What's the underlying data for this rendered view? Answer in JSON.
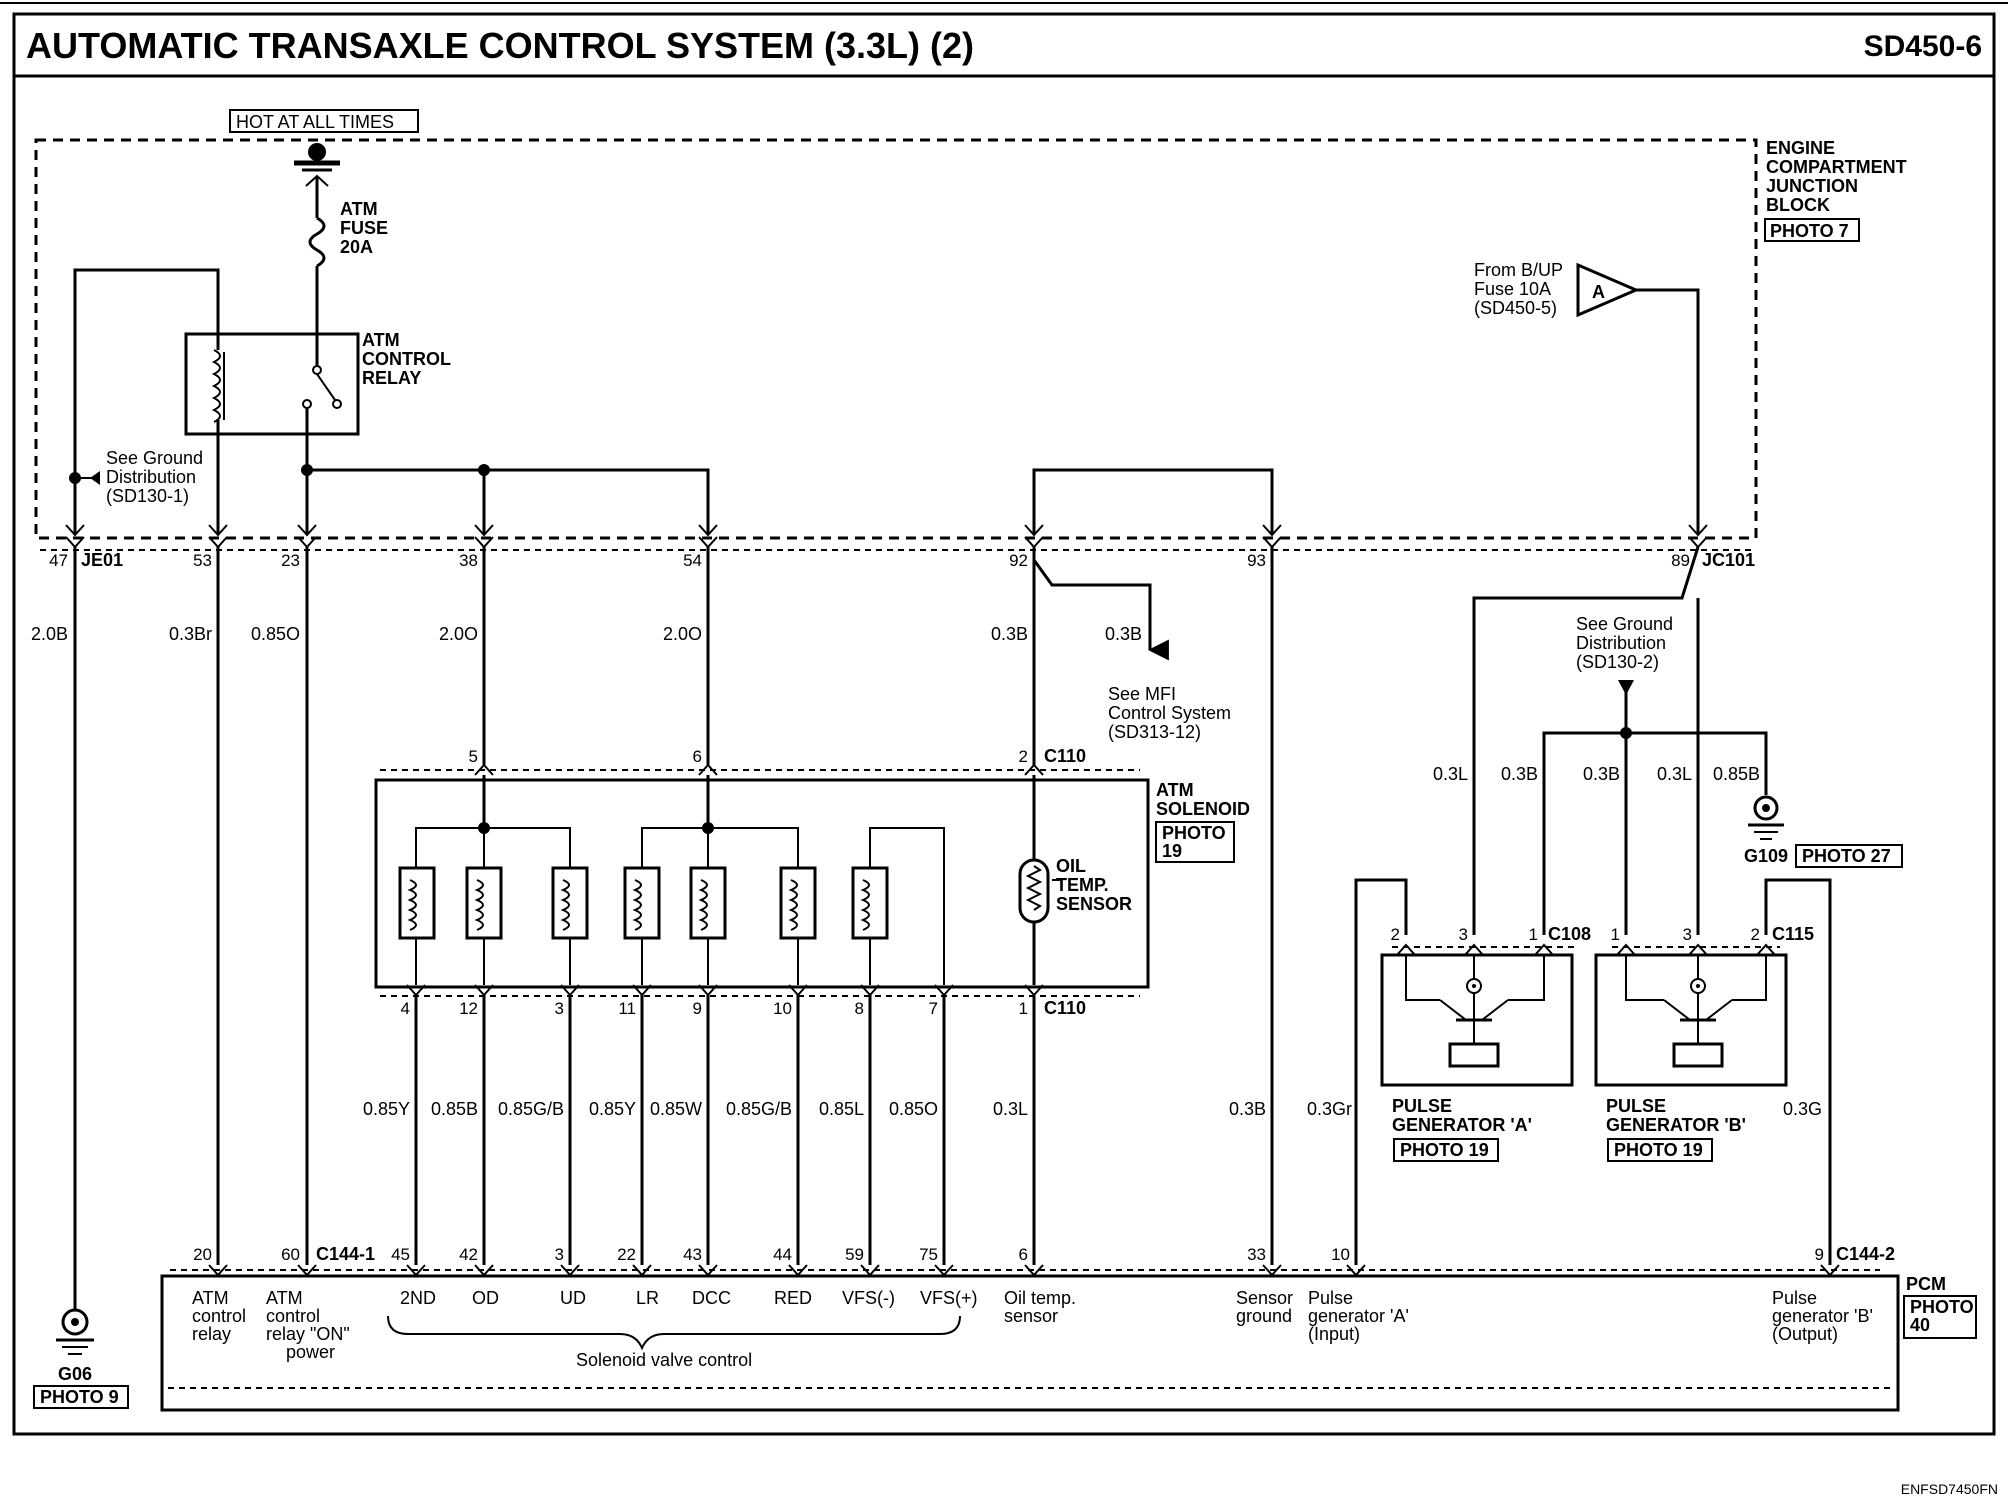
{
  "header": {
    "title": "AUTOMATIC TRANSAXLE CONTROL SYSTEM (3.3L) (2)",
    "page_code": "SD450-6"
  },
  "footer_code": "ENFSD7450FN",
  "power": {
    "hot_label": "HOT AT ALL TIMES",
    "fuse_label": [
      "ATM",
      "FUSE",
      "20A"
    ]
  },
  "junction_block": {
    "label": [
      "ENGINE",
      "COMPARTMENT",
      "JUNCTION",
      "BLOCK"
    ],
    "photo": "PHOTO 7"
  },
  "relay": {
    "label": [
      "ATM",
      "CONTROL",
      "RELAY"
    ]
  },
  "ground_ref_1": {
    "label": [
      "See Ground",
      "Distribution",
      "(SD130-1)"
    ]
  },
  "ground_ref_2": {
    "label": [
      "See Ground",
      "Distribution",
      "(SD130-2)"
    ]
  },
  "backup_fuse": {
    "label": [
      "From B/UP",
      "Fuse 10A",
      "(SD450-5)"
    ],
    "symbol": "A"
  },
  "mfi_ref": {
    "label": [
      "See MFI",
      "Control System",
      "(SD313-12)"
    ]
  },
  "connectors": {
    "je01": "JE01",
    "jc101": "JC101",
    "c110": "C110",
    "c108": "C108",
    "c115": "C115",
    "c144_1": "C144-1",
    "c144_2": "C144-2"
  },
  "jb_pins": [
    "47",
    "53",
    "23",
    "38",
    "54",
    "92",
    "93",
    "89"
  ],
  "upper_wires": [
    "2.0B",
    "0.3Br",
    "0.85O",
    "2.0O",
    "2.0O",
    "0.3B",
    "0.3B"
  ],
  "solenoid_top_pins": [
    "5",
    "6",
    "2"
  ],
  "solenoid_bottom_pins": [
    "4",
    "12",
    "3",
    "11",
    "9",
    "10",
    "8",
    "7",
    "1"
  ],
  "lower_wires": [
    "0.85Y",
    "0.85B",
    "0.85G/B",
    "0.85Y",
    "0.85W",
    "0.85G/B",
    "0.85L",
    "0.85O",
    "0.3L",
    "0.3B",
    "0.3Gr",
    "0.3G"
  ],
  "sensor_wires": [
    "0.3L",
    "0.3B",
    "0.3B",
    "0.3L",
    "0.85B"
  ],
  "atm_solenoid": {
    "label": [
      "ATM",
      "SOLENOID"
    ],
    "photo": [
      "PHOTO",
      "19"
    ],
    "oil_temp": [
      "OIL",
      "TEMP.",
      "SENSOR"
    ]
  },
  "pulse_a": {
    "label": [
      "PULSE",
      "GENERATOR 'A'"
    ],
    "photo": "PHOTO 19",
    "pins": [
      "2",
      "3",
      "1"
    ]
  },
  "pulse_b": {
    "label": [
      "PULSE",
      "GENERATOR 'B'"
    ],
    "photo": "PHOTO 19",
    "pins": [
      "1",
      "3",
      "2"
    ]
  },
  "grounds": {
    "g06": {
      "name": "G06",
      "photo": "PHOTO 9"
    },
    "g109": {
      "name": "G109",
      "photo": "PHOTO 27"
    }
  },
  "pcm": {
    "label": "PCM",
    "photo": [
      "PHOTO",
      "40"
    ],
    "pins": [
      "20",
      "60",
      "45",
      "42",
      "3",
      "22",
      "43",
      "44",
      "59",
      "75",
      "6",
      "33",
      "10",
      "9"
    ],
    "terminals": {
      "atm_relay": [
        "ATM",
        "control",
        "relay"
      ],
      "atm_on_power": [
        "ATM",
        "control",
        "relay \"ON\"",
        "power"
      ],
      "sol_2nd": "2ND",
      "sol_od": "OD",
      "sol_ud": "UD",
      "sol_lr": "LR",
      "sol_dcc": "DCC",
      "sol_red": "RED",
      "vfs_minus": "VFS(-)",
      "vfs_plus": "VFS(+)",
      "oil_temp": [
        "Oil temp.",
        "sensor"
      ],
      "sensor_ground": [
        "Sensor",
        "ground"
      ],
      "pulse_a": [
        "Pulse",
        "generator 'A'",
        "(Input)"
      ],
      "pulse_b": [
        "Pulse",
        "generator 'B'",
        "(Output)"
      ]
    },
    "solenoid_group_label": "Solenoid valve control"
  }
}
